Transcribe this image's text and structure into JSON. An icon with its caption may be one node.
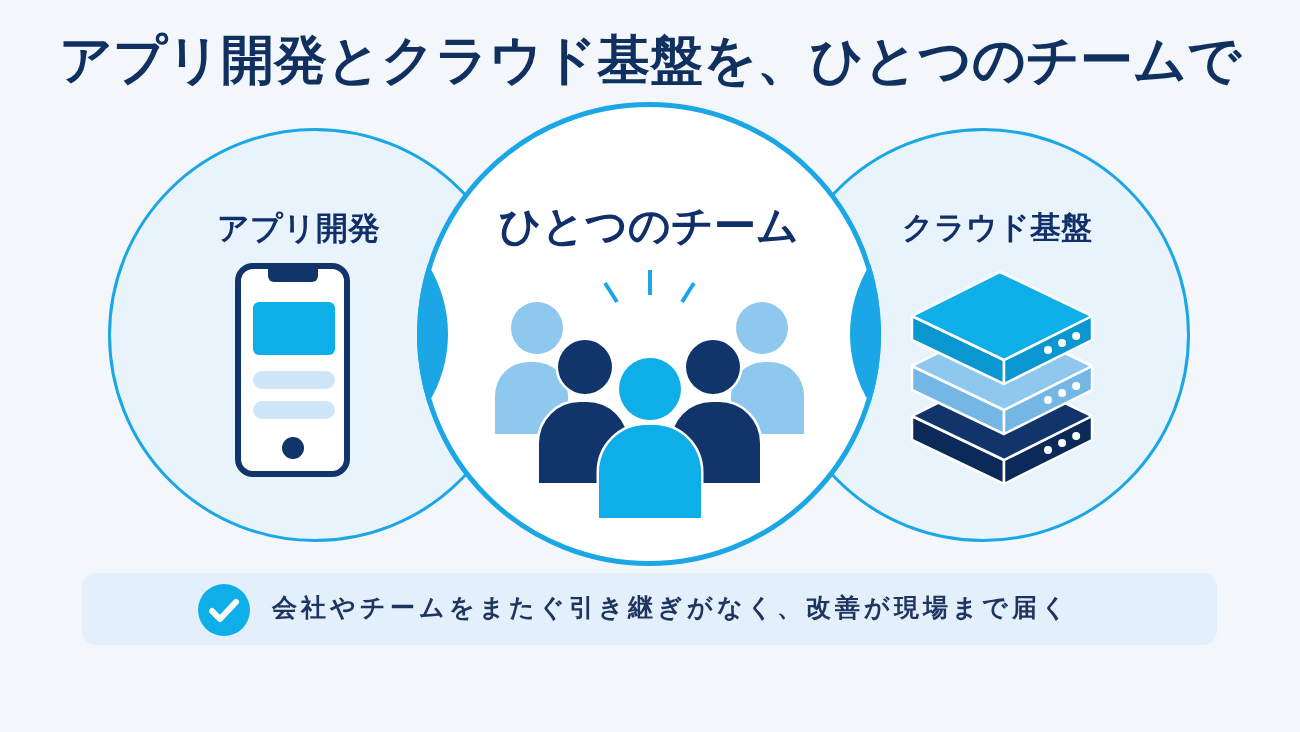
{
  "diagram": {
    "title": "アプリ開発とクラウド基盤を、ひとつのチームで",
    "nodes": [
      {
        "text": [
          "アプリ開発"
        ]
      },
      {
        "text": [
          "ひとつのチーム"
        ]
      },
      {
        "text": [
          "クラウド基盤"
        ]
      },
      {
        "text": [
          "会社やチームをまたぐ引き継ぎがなく、改善が現場まで届く"
        ]
      }
    ]
  }
}
